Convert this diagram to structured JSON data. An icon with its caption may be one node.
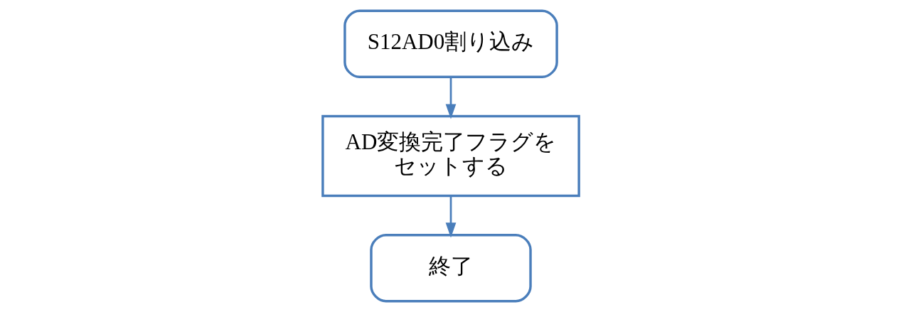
{
  "diagram": {
    "nodes": [
      {
        "text": [
          "S12AD0割り込み"
        ]
      },
      {
        "text": [
          "AD変換完了フラグをセットする"
        ]
      },
      {
        "text": [
          "終了"
        ]
      }
    ],
    "edges": [
      {
        "from": 0,
        "to": 1,
        "arrow": "to"
      },
      {
        "from": 1,
        "to": 2,
        "arrow": "to"
      }
    ]
  }
}
